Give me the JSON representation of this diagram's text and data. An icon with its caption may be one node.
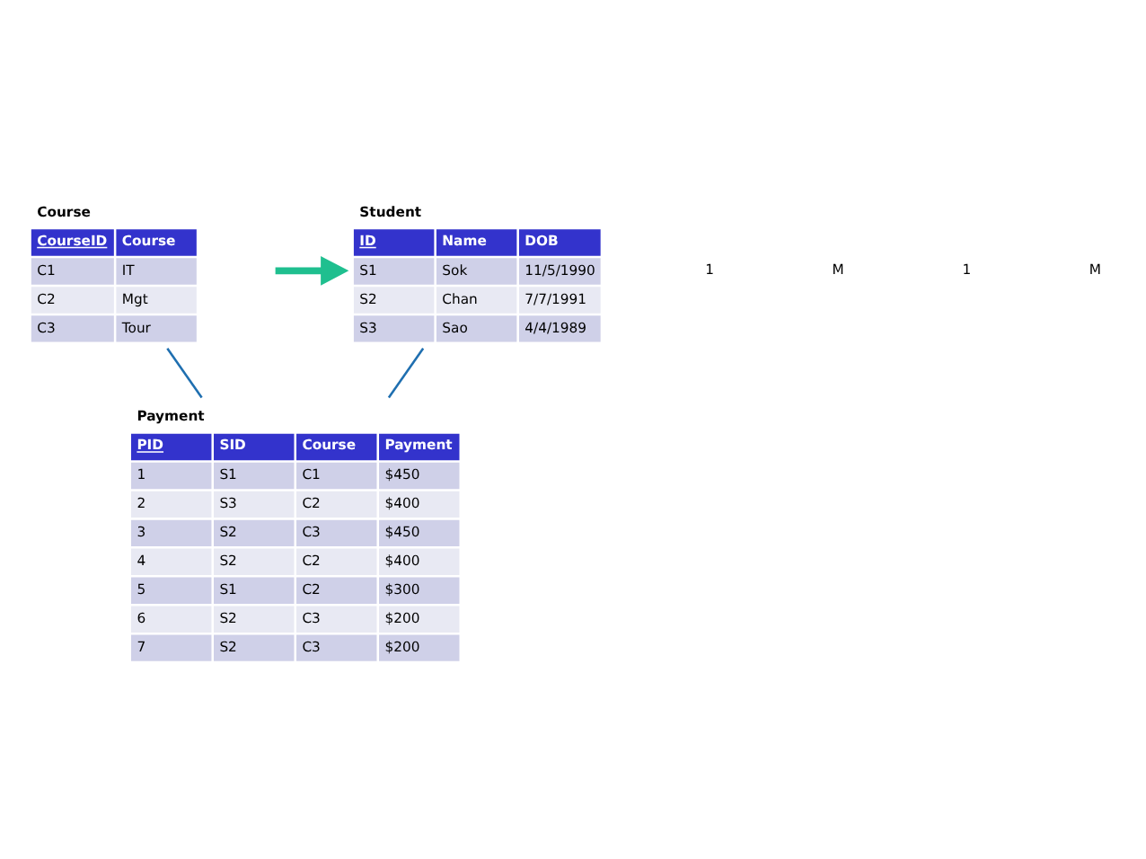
{
  "diagram": {
    "nodes": [
      {
        "text": [
          "Student",
          "ID",
          "Name",
          "DOB",
          "S1",
          "Sok",
          "11/5/1990",
          "S2",
          "Chan",
          "7/7/1991",
          "S3",
          "Sao",
          "4/4/1989"
        ]
      },
      {
        "text": [
          "Course",
          "CourseID",
          "Course",
          "C1",
          "IT",
          "C2",
          "Mgt",
          "C3",
          "Tour"
        ]
      },
      {
        "text": [
          "Payment",
          "PID",
          "SID",
          "Course",
          "Payment",
          "1",
          "S1",
          "C1",
          "$450",
          "2",
          "S3",
          "C2",
          "$400",
          "3",
          "S2",
          "C3",
          "$450",
          "4",
          "S2",
          "C2",
          "$400",
          "5",
          "S1",
          "C2",
          "$300",
          "6",
          "S2",
          "C3",
          "$200",
          "7",
          "S2",
          "C3",
          "$200"
        ]
      }
    ],
    "edges": [
      {
        "from": null,
        "to": 0,
        "arrow": "to",
        "style": "thick",
        "color": "#1fbf8f"
      },
      {
        "from": 0,
        "to": 2,
        "arrow": "none"
      },
      {
        "from": 1,
        "to": 2,
        "arrow": "none"
      }
    ],
    "labels": [
      "1",
      "M",
      "1",
      "M"
    ]
  }
}
